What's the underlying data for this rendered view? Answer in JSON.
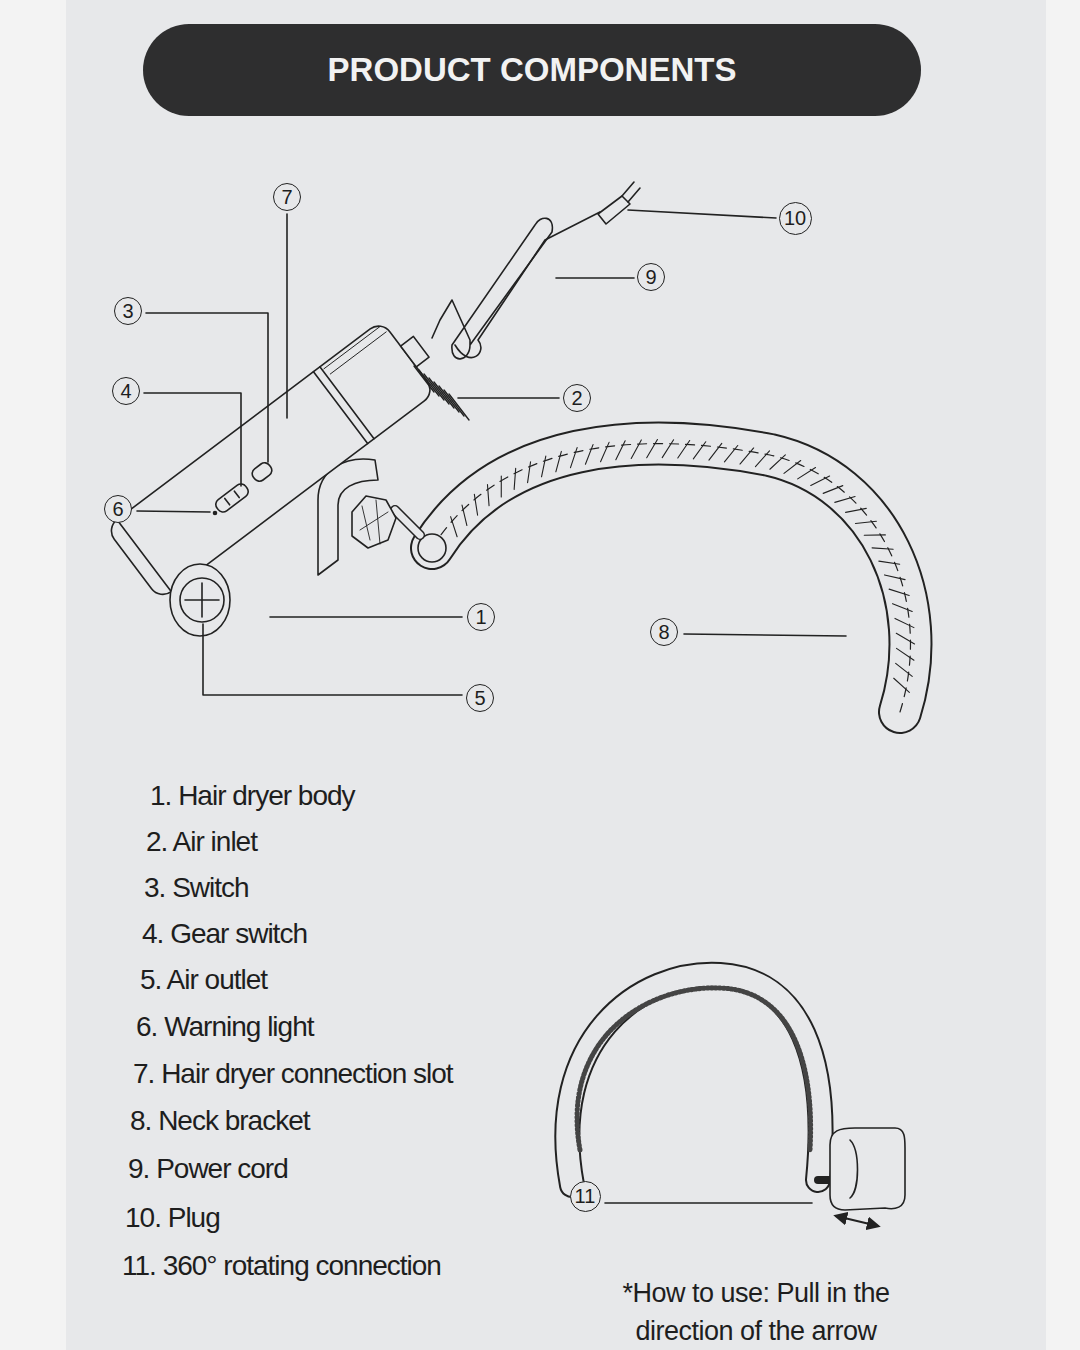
{
  "diagram": {
    "title": "PRODUCT COMPONENTS",
    "nodes": [
      {
        "text": [
          "7"
        ]
      },
      {
        "text": [
          "10"
        ]
      },
      {
        "text": [
          "9"
        ]
      },
      {
        "text": [
          "3"
        ]
      },
      {
        "text": [
          "2"
        ]
      },
      {
        "text": [
          "4"
        ]
      },
      {
        "text": [
          "6"
        ]
      },
      {
        "text": [
          "1"
        ]
      },
      {
        "text": [
          "8"
        ]
      },
      {
        "text": [
          "5"
        ]
      },
      {
        "text": [
          "11"
        ]
      }
    ],
    "labels": [
      "1. Hair dryer body",
      "2. Air inlet",
      "3. Switch",
      "4. Gear switch",
      "5. Air outlet",
      "6. Warning light",
      "7. Hair dryer connection slot",
      "8. Neck bracket",
      "9. Power cord",
      "10. Plug",
      "11. 360° rotating connection",
      "*How to use: Pull in the direction of the arrow"
    ]
  }
}
